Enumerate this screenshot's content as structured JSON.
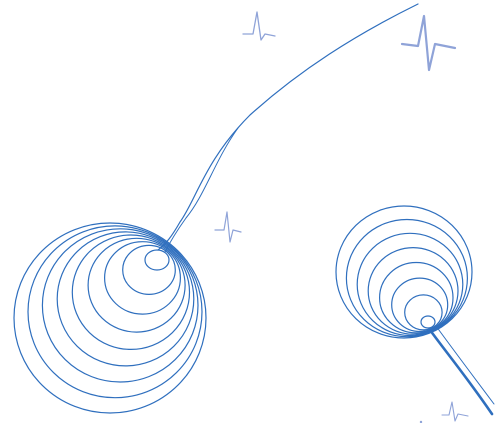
{
  "colors": {
    "spiral_stroke": "#2f6fbe",
    "squiggle_stroke": "#8fa3d8",
    "background": "#ffffff"
  },
  "elements": {
    "left_spiral": {
      "ring_count": 9,
      "icon": "spiral-icon"
    },
    "right_spiral": {
      "ring_count": 8,
      "icon": "spiral-icon"
    },
    "squiggles": {
      "count": 5,
      "icon": "heartbeat-squiggle-icon"
    }
  }
}
